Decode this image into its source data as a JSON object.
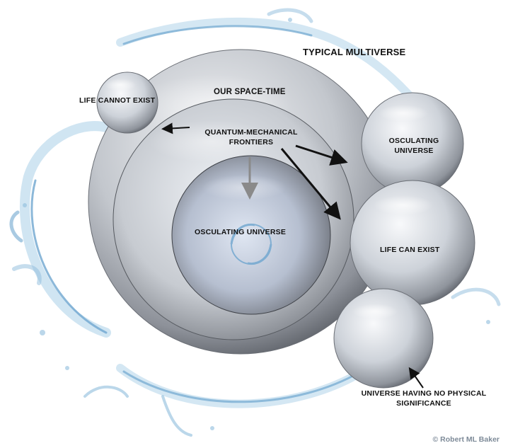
{
  "labels": {
    "typical_multiverse": "TYPICAL MULTIVERSE",
    "our_space_time": "OUR SPACE-TIME",
    "life_cannot_exist": "LIFE CANNOT EXIST",
    "quantum_frontiers": [
      "QUANTUM-MECHANICAL",
      "FRONTIERS"
    ],
    "osculating_universe_inner": "OSCULATING UNIVERSE",
    "osculating_universe_right": [
      "OSCULATING",
      "UNIVERSE"
    ],
    "life_can_exist": "LIFE CAN EXIST",
    "no_physical_significance": [
      "UNIVERSE HAVING NO PHYSICAL",
      "SIGNIFICANCE"
    ]
  },
  "credit": "© Robert ML Baker",
  "colors": {
    "sphere_light": "#f2f4f8",
    "sphere_mid": "#b4bac4",
    "sphere_dark": "#5f636b",
    "water": "#7fb3d6",
    "water_light": "#b9d9ee",
    "arrow": "#111111",
    "arrow_grey": "#8a8a8a",
    "credit": "#7d8a98"
  }
}
